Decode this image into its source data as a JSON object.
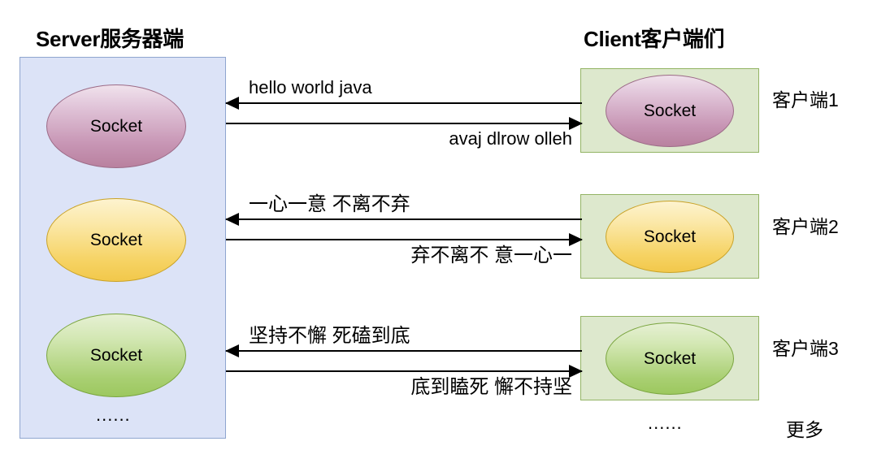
{
  "diagram": {
    "server": {
      "title": "Server服务器端",
      "ellipsis": "......",
      "sockets": [
        {
          "label": "Socket",
          "color": "#c795b4"
        },
        {
          "label": "Socket",
          "color": "#f6d364"
        },
        {
          "label": "Socket",
          "color": "#a9cf72"
        }
      ]
    },
    "client": {
      "title": "Client客户端们",
      "ellipsis": "......",
      "more_label": "更多",
      "boxes": [
        {
          "label": "客户端1",
          "socket_label": "Socket",
          "color": "#c795b4"
        },
        {
          "label": "客户端2",
          "socket_label": "Socket",
          "color": "#f6d364"
        },
        {
          "label": "客户端3",
          "socket_label": "Socket",
          "color": "#a9cf72"
        }
      ]
    },
    "exchanges": [
      {
        "to_server": "hello    world    java",
        "to_client": "avaj   dlrow    olleh",
        "script": "latin"
      },
      {
        "to_server": "一心一意      不离不弃",
        "to_client": "弃不离不      意一心一",
        "script": "cjk"
      },
      {
        "to_server": "坚持不懈    死磕到底",
        "to_client": "底到瞌死      懈不持坚",
        "script": "cjk"
      }
    ],
    "colors": {
      "server_panel_fill": "#dce3f7",
      "server_panel_border": "#8fa5cf",
      "client_panel_fill": "#dde8cd",
      "client_panel_border": "#93b464",
      "arrow": "#000000",
      "text": "#000000"
    }
  }
}
